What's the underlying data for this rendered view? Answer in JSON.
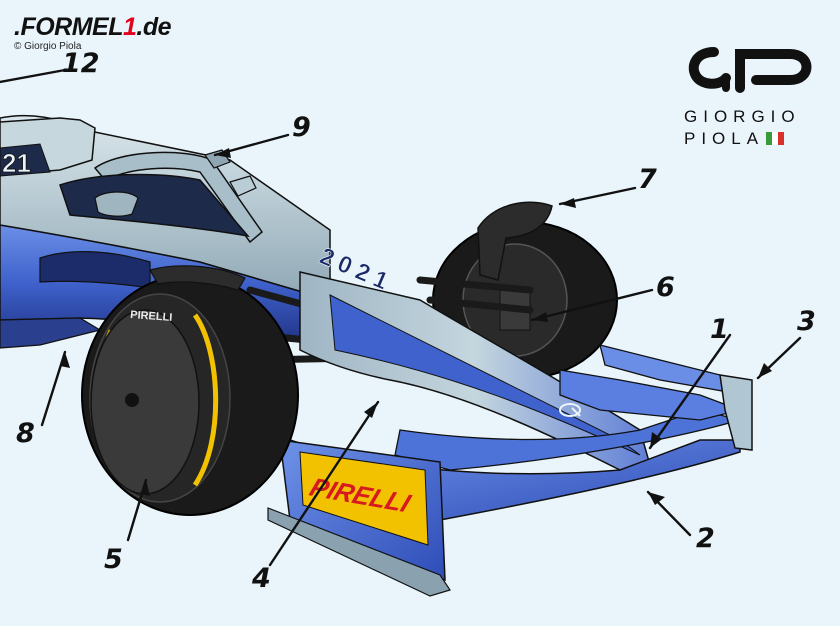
{
  "branding": {
    "site_name_prefix": ".FORMEL",
    "site_name_number": "1",
    "site_name_suffix": ".de",
    "photo_credit": "© Giorgio Piola"
  },
  "artist_logo": {
    "line1": "GIORGIO",
    "line2": "PIOLA",
    "flag_colors": [
      "#3a9a3a",
      "#ffffff",
      "#d9302a"
    ]
  },
  "car": {
    "sidepod_number_text": "2021",
    "cockpit_number_text": "21",
    "tyre_brand": "PIRELLI",
    "wing_endplate_brand": "PIRELLI",
    "colors": {
      "body_blue": "#3f62cc",
      "body_silver": "#b9cdd6",
      "tyre_black": "#1a1a1a",
      "pirelli_yellow": "#f2c200",
      "pirelli_red": "#d71920"
    }
  },
  "callouts": [
    {
      "id": "1",
      "label": "1"
    },
    {
      "id": "2",
      "label": "2"
    },
    {
      "id": "3",
      "label": "3"
    },
    {
      "id": "4",
      "label": "4"
    },
    {
      "id": "5",
      "label": "5"
    },
    {
      "id": "6",
      "label": "6"
    },
    {
      "id": "7",
      "label": "7"
    },
    {
      "id": "8",
      "label": "8"
    },
    {
      "id": "9",
      "label": "9"
    },
    {
      "id": "12",
      "label": "12"
    }
  ]
}
